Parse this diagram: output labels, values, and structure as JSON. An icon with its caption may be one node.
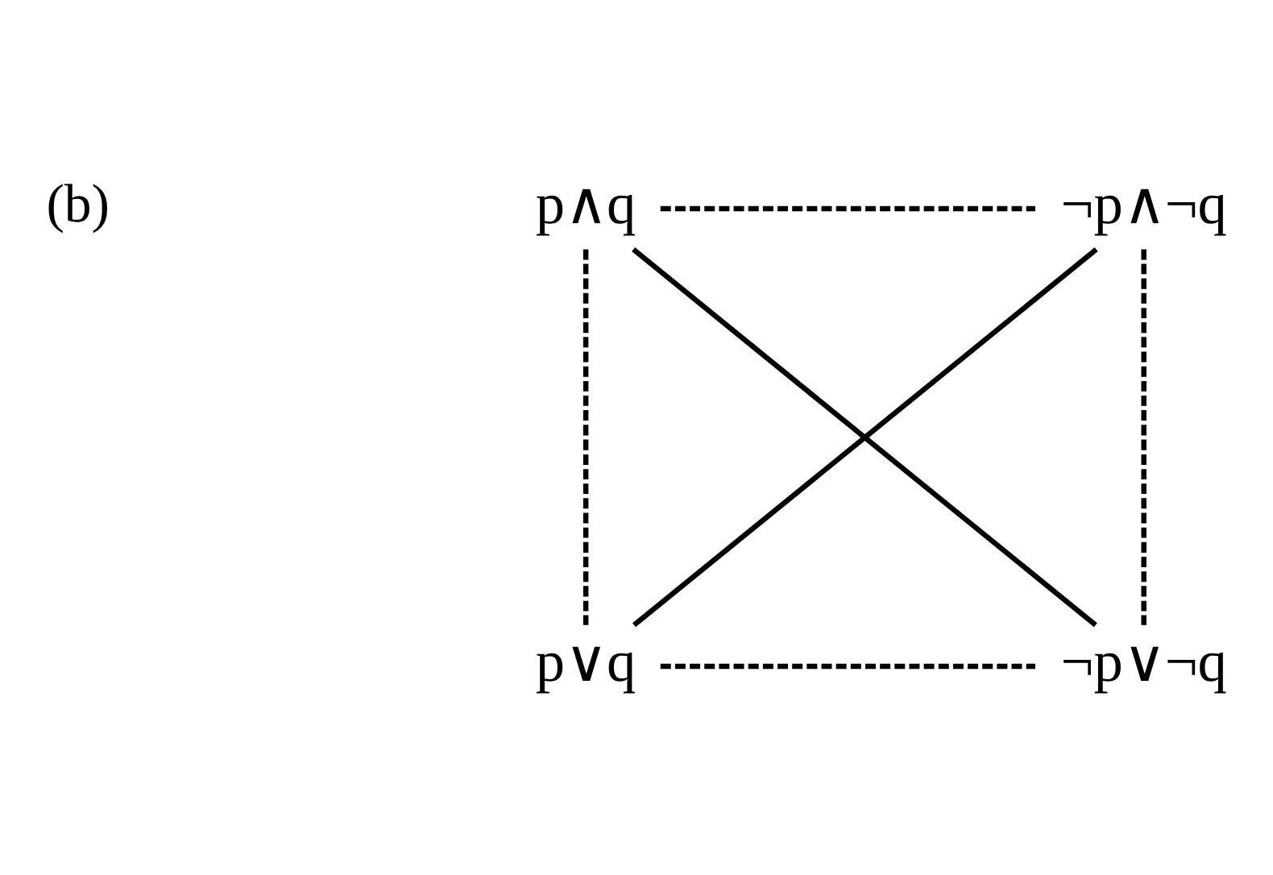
{
  "diagram": {
    "nodes": [
      {
        "text": [
          "p∧q"
        ]
      },
      {
        "text": [
          "¬p∧¬q"
        ]
      },
      {
        "text": [
          "p∨q"
        ]
      },
      {
        "text": [
          "¬p∨¬q"
        ]
      }
    ],
    "edges": [
      {
        "from": 0,
        "to": 1,
        "arrow": "none",
        "style": "dashed"
      },
      {
        "from": 0,
        "to": 2,
        "arrow": "none",
        "style": "dashed"
      },
      {
        "from": 1,
        "to": 3,
        "arrow": "none",
        "style": "dashed"
      },
      {
        "from": 2,
        "to": 3,
        "arrow": "none",
        "style": "dashed"
      },
      {
        "from": 0,
        "to": 3,
        "arrow": "none"
      },
      {
        "from": 1,
        "to": 2,
        "arrow": "none"
      }
    ],
    "labels": [
      "(b)"
    ]
  }
}
